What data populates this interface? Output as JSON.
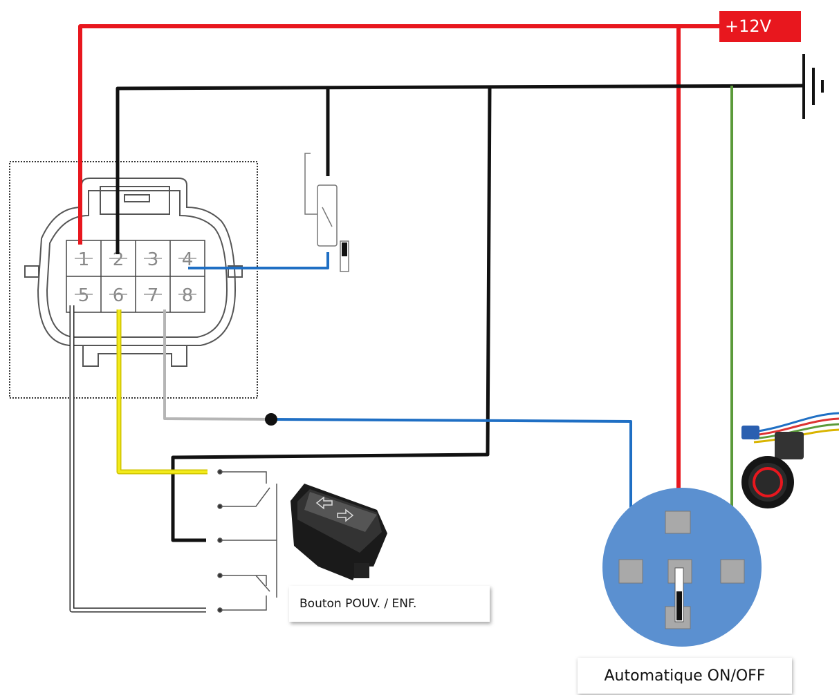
{
  "labels": {
    "supply": "+12V",
    "rocker_button": "Bouton POUV. / ENF.",
    "auto_switch": "Automatique ON/OFF"
  },
  "connector": {
    "pins_top": [
      "1",
      "2",
      "3",
      "4"
    ],
    "pins_bottom": [
      "5",
      "6",
      "7",
      "8"
    ]
  },
  "colors": {
    "power": "#e8171e",
    "ground": "#111111",
    "blue": "#1f6fc4",
    "green": "#5b9a3a",
    "yellow": "#f2ea1a",
    "grey": "#b5b5b5",
    "switch_body": "#5b90d0"
  },
  "icons": [
    "ground-symbol-icon",
    "window-rocker-switch-icon",
    "illuminated-pushbutton-icon",
    "limit-switch-icon"
  ]
}
